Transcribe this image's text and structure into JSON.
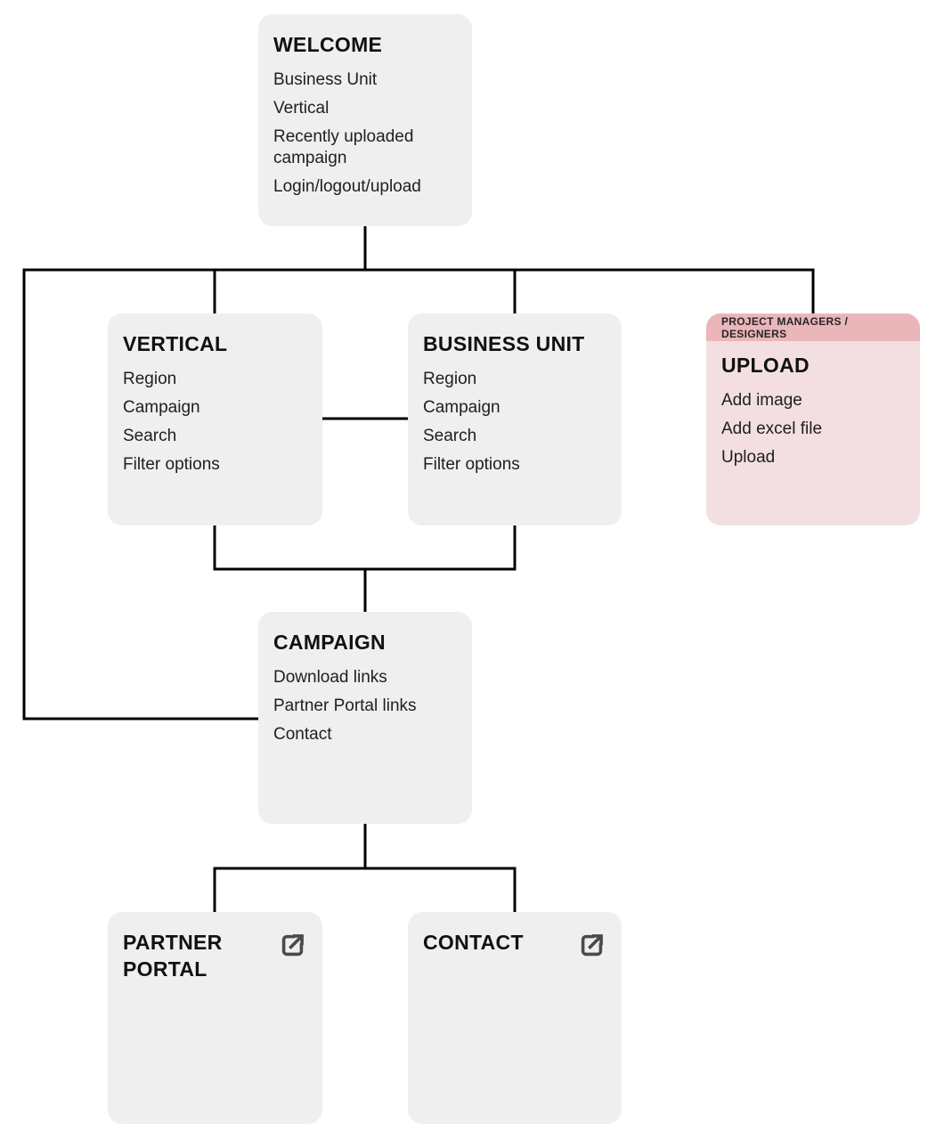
{
  "nodes": {
    "welcome": {
      "title": "WELCOME",
      "items": [
        "Business Unit",
        "Vertical",
        "Recently uploaded campaign",
        "Login/logout/upload"
      ]
    },
    "vertical": {
      "title": "VERTICAL",
      "items": [
        "Region",
        "Campaign",
        "Search",
        "Filter options"
      ]
    },
    "business_unit": {
      "title": "BUSINESS UNIT",
      "items": [
        "Region",
        "Campaign",
        "Search",
        "Filter options"
      ]
    },
    "upload": {
      "tag": "PROJECT MANAGERS / DESIGNERS",
      "title": "UPLOAD",
      "items": [
        "Add image",
        "Add excel file",
        "Upload"
      ]
    },
    "campaign": {
      "title": "CAMPAIGN",
      "items": [
        "Download links",
        "Partner Portal links",
        "Contact"
      ]
    },
    "partner_portal": {
      "title": "PARTNER PORTAL",
      "icon": "external-link-icon"
    },
    "contact": {
      "title": "CONTACT",
      "icon": "external-link-icon"
    }
  },
  "colors": {
    "page_bg": "#ffffff",
    "node_bg": "#efefef",
    "upload_tag_bg": "#eab6ba",
    "upload_body_bg": "#f3dfe1",
    "line_color": "#000000",
    "icon_color": "#4a4a4a",
    "title_color": "#111111",
    "item_color": "#202020",
    "tag_text_color": "#262626"
  }
}
